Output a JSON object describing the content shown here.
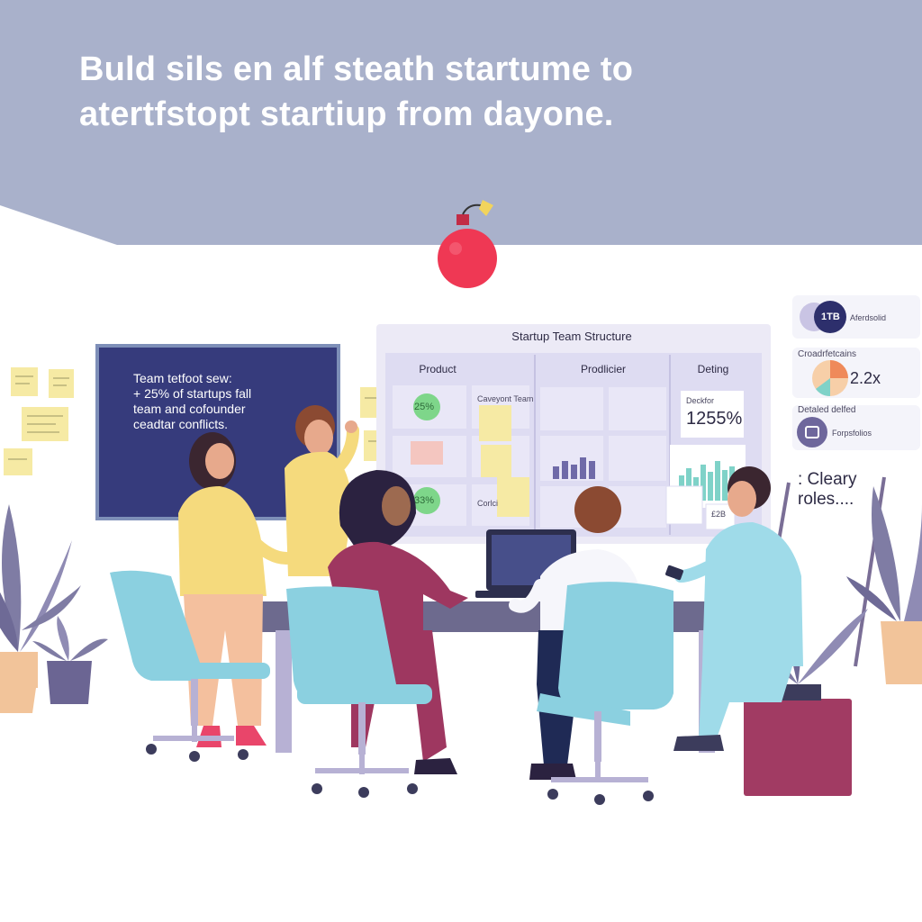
{
  "headline": {
    "line1": "Buld sils en alf steath startume to",
    "line2": "atertfstopt startiup from dayone."
  },
  "screen": {
    "line1": "Team tetfoot sew:",
    "line2": "+ 25% of startups fall",
    "line3": "team and cofounder",
    "line4": "ceadtar conflicts."
  },
  "board": {
    "title": "Startup Team Structure",
    "columns": [
      "Product",
      "Prodlicier",
      "Deting"
    ],
    "badge_top": "25%",
    "badge_bottom": "33%",
    "note_label": "Caveyont Team",
    "corl_label": "Corlci",
    "stat_label": "Deckfor",
    "stat_value": "1255%",
    "small_value": "£2B"
  },
  "side_cards": {
    "card1_badge": "1TB",
    "card1_text": "Aferdsolid",
    "card2_title": "Croadrfetcains",
    "card2_value": "2.2x",
    "card3_title": "Detaled delfed",
    "card3_text": "Forpsfolios"
  },
  "callout": {
    "line1": ": Cleary",
    "line2": "roles...."
  },
  "colors": {
    "banner": "#a9b1cb",
    "screen": "#363b7c",
    "board": "#dedcf2",
    "chair": "#8bd0e0",
    "bomb": "#ef3854",
    "sticky": "#f6eaa4",
    "plant": "#7f7ca4"
  }
}
